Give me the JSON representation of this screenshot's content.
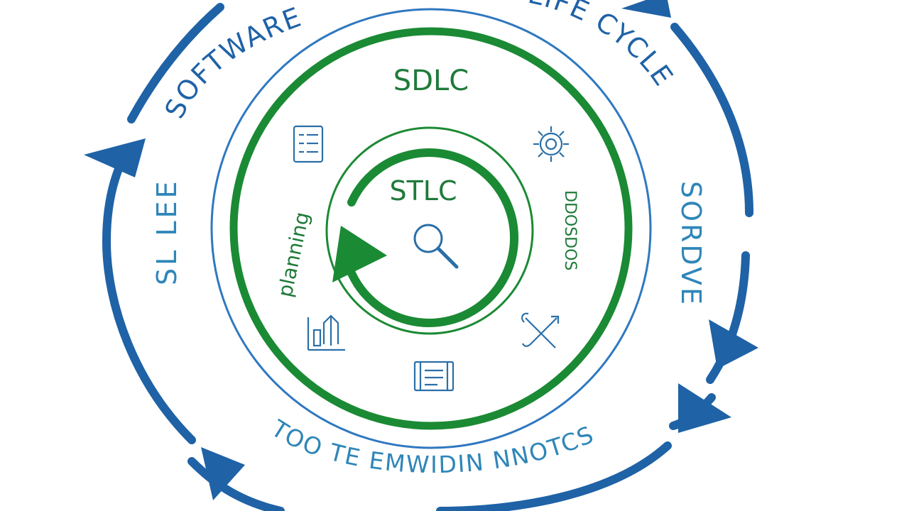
{
  "diagram": {
    "outer_ring_title_left": "SOFTWARE",
    "outer_ring_title_right": "LIFE CYCLE",
    "outer_left_label": "SL LEE",
    "outer_right_label": "SORDVE",
    "outer_bottom_label": "TOO TE EMWIDIN NNOTCS",
    "inner_title": "SDLC",
    "center_title": "STLC",
    "left_phase_label": "planning",
    "right_phase_label": "DDOSDOS",
    "icons": [
      "checklist-icon",
      "gear-icon",
      "magnifier-icon",
      "chart-up-icon",
      "tools-icon",
      "document-icon"
    ],
    "colors": {
      "outer_cycle": "#1f62a6",
      "thin_ring": "#2f78c0",
      "sdlc_ring": "#1b8a34",
      "stlc_ring": "#1b8a34",
      "icon_stroke": "#2a6fa8"
    }
  }
}
